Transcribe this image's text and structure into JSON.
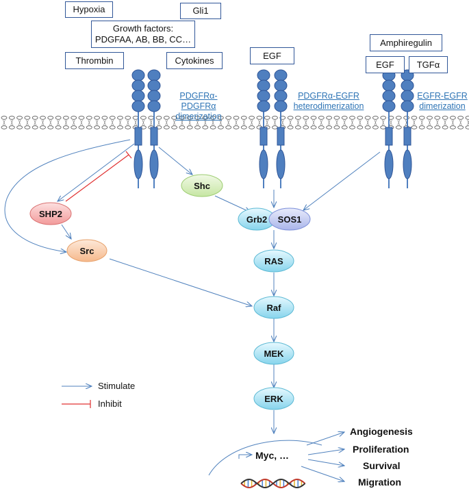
{
  "boxes": {
    "hypoxia": "Hypoxia",
    "gli1": "Gli1",
    "growth_factors_line1": "Growth factors:",
    "growth_factors_line2": "PDGFAA, AB, BB, CC…",
    "thrombin": "Thrombin",
    "cytokines": "Cytokines",
    "egf_middle": "EGF",
    "amphiregulin": "Amphiregulin",
    "egf_right": "EGF",
    "tgfa": "TGFα"
  },
  "dimers": {
    "pdgfr_line1": "PDGFRα-PDGFRα",
    "pdgfr_line2": "dimerization",
    "hetero_line1": "PDGFRα-EGFR",
    "hetero_line2": "heterodimerization",
    "egfr_line1": "EGFR-EGFR",
    "egfr_line2": "dimerization"
  },
  "nodes": {
    "shc": "Shc",
    "shp2": "SHP2",
    "src": "Src",
    "grb2": "Grb2",
    "sos1": "SOS1",
    "ras": "RAS",
    "raf": "Raf",
    "mek": "MEK",
    "erk": "ERK",
    "myc": "Myc, …"
  },
  "outcomes": [
    "Angiogenesis",
    "Proliferation",
    "Survival",
    "Migration"
  ],
  "legend": {
    "stimulate": "Stimulate",
    "inhibit": "Inhibit"
  },
  "colors": {
    "arrow": "#4f81bd",
    "inhibit": "#e03030",
    "receptor": "#4f7fbf",
    "link": "#2e74b5"
  }
}
